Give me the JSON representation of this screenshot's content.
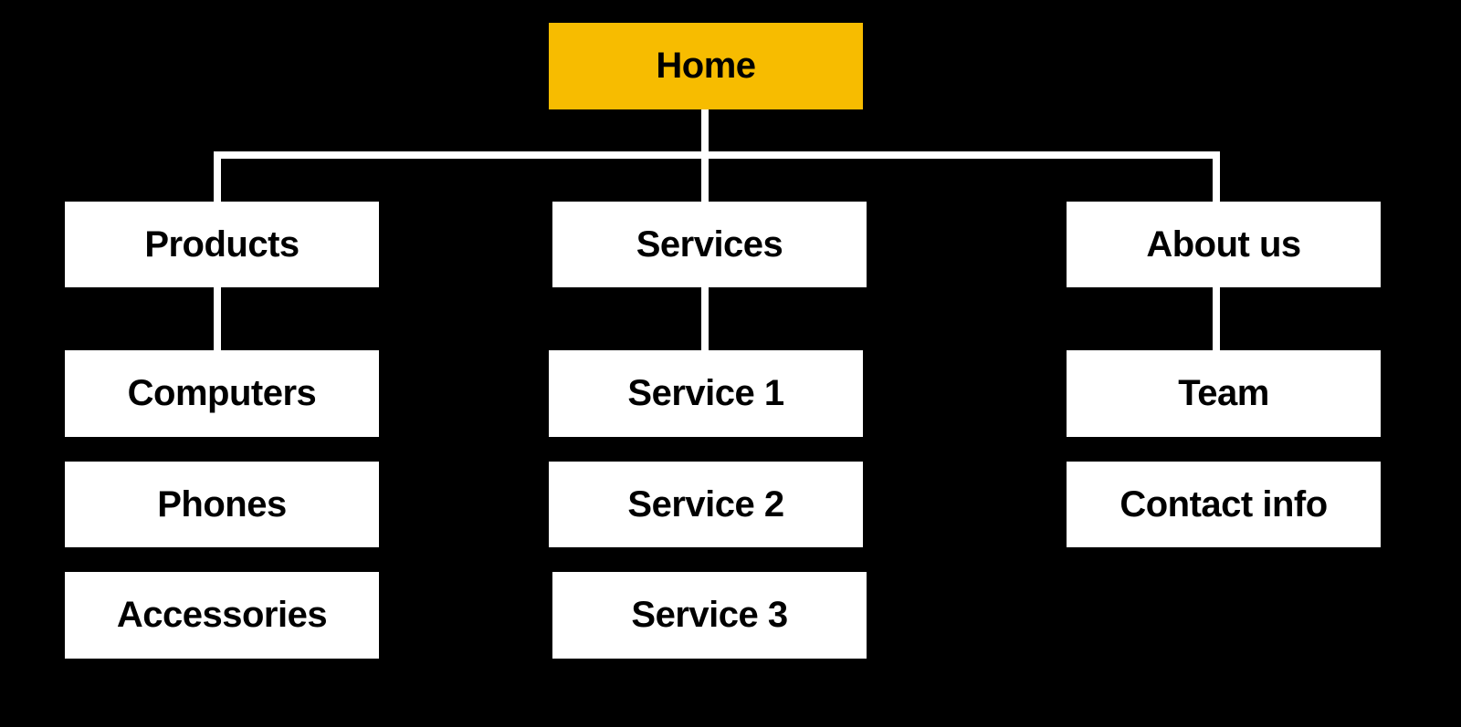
{
  "colors": {
    "background": "#000000",
    "root_fill": "#f7bc00",
    "node_fill": "#ffffff",
    "connector": "#ffffff",
    "text": "#000000"
  },
  "root": {
    "label": "Home"
  },
  "sections": [
    {
      "label": "Products",
      "children": [
        "Computers",
        "Phones",
        "Accessories"
      ]
    },
    {
      "label": "Services",
      "children": [
        "Service 1",
        "Service 2",
        "Service 3"
      ]
    },
    {
      "label": "About us",
      "children": [
        "Team",
        "Contact info"
      ]
    }
  ]
}
